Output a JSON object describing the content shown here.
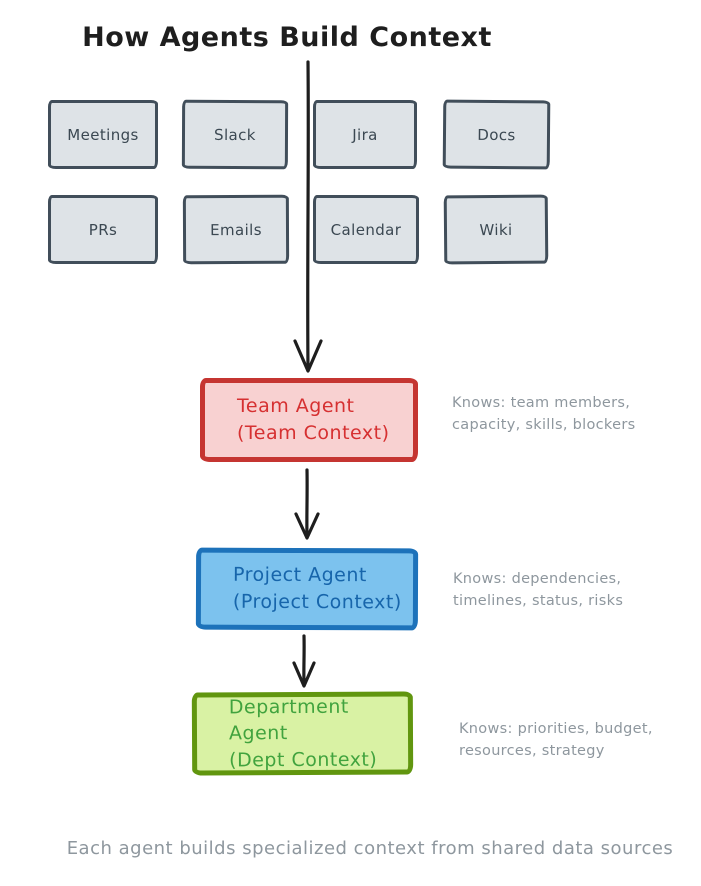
{
  "title": "How Agents Build Context",
  "colors": {
    "ink": "#1e1e1e",
    "muted": "#8e979e",
    "source_fill": "#dee3e7",
    "source_border": "#414e5a",
    "source_text": "#3b4852"
  },
  "sources": {
    "row1": [
      "Meetings",
      "Slack",
      "Jira",
      "Docs"
    ],
    "row2": [
      "PRs",
      "Emails",
      "Calendar",
      "Wiki"
    ]
  },
  "agents": [
    {
      "name": "Team Agent",
      "context_label": "(Team Context)",
      "knows": [
        "Knows: team members,",
        "capacity, skills, blockers"
      ],
      "colors": {
        "fill": "#f8d1d1",
        "border": "#c53531",
        "text": "#d63031"
      }
    },
    {
      "name": "Project Agent",
      "context_label": "(Project Context)",
      "knows": [
        "Knows: dependencies,",
        "timelines, status, risks"
      ],
      "colors": {
        "fill": "#7cc2ee",
        "border": "#1d72ba",
        "text": "#1765ab"
      }
    },
    {
      "name": "Department Agent",
      "context_label": "(Dept Context)",
      "knows": [
        "Knows: priorities, budget,",
        "resources, strategy"
      ],
      "colors": {
        "fill": "#d9f2a4",
        "border": "#61960f",
        "text": "#41a33e"
      }
    }
  ],
  "caption": "Each agent builds specialized context from shared data sources"
}
